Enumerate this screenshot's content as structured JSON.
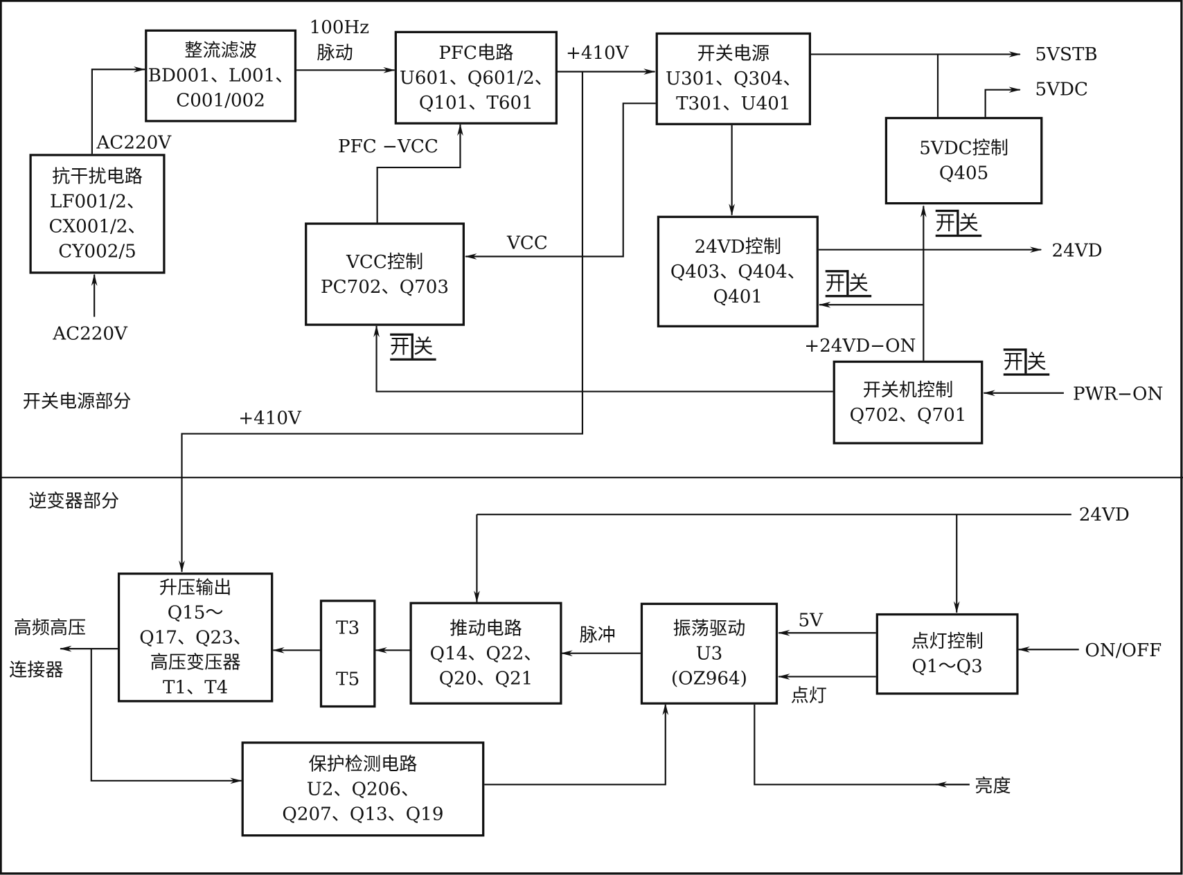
{
  "sections": {
    "power": "开关电源部分",
    "inverter": "逆变器部分"
  },
  "boxes": {
    "emi": {
      "lines": [
        "抗干扰电路",
        "LF001/2、",
        "CX001/2、",
        "CY002/5"
      ]
    },
    "rectifier": {
      "lines": [
        "整流滤波",
        "BD001、L001、",
        "C001/002"
      ]
    },
    "pfc": {
      "lines": [
        "PFC电路",
        "U601、Q601/2、",
        "Q101、T601"
      ]
    },
    "smps": {
      "lines": [
        "开关电源",
        "U301、Q304、",
        "T301、U401"
      ]
    },
    "vdc5": {
      "lines": [
        "5VDC控制",
        "Q405"
      ]
    },
    "vcc": {
      "lines": [
        "VCC控制",
        "PC702、Q703"
      ]
    },
    "vd24": {
      "lines": [
        "24VD控制",
        "Q403、Q404、",
        "Q401"
      ]
    },
    "power_ctrl": {
      "lines": [
        "开关机控制",
        "Q702、Q701"
      ]
    },
    "boost": {
      "lines": [
        "升压输出",
        "Q15～",
        "Q17、Q23、",
        "高压变压器",
        "T1、T4"
      ]
    },
    "transformer": {
      "lines": [
        "T3",
        "T5"
      ]
    },
    "driver": {
      "lines": [
        "推动电路",
        "Q14、Q22、",
        "Q20、Q21"
      ]
    },
    "oscillator": {
      "lines": [
        "振荡驱动",
        "U3",
        "(OZ964)"
      ]
    },
    "lamp_ctrl": {
      "lines": [
        "点灯控制",
        "Q1～Q3"
      ]
    },
    "protection": {
      "lines": [
        "保护检测电路",
        "U2、Q206、",
        "Q207、Q13、Q19"
      ]
    }
  },
  "labels": {
    "ac_in": "AC220V",
    "ac_mid": "AC220V",
    "pulse100": "100Hz",
    "pulse100b": "脉动",
    "v410_top": "+410V",
    "v410_bottom": "+410V",
    "pfc_vcc": "PFC −VCC",
    "vcc": "VCC",
    "out_5vstb": "5VSTB",
    "out_5vdc": "5VDC",
    "out_24vd": "24VD",
    "vd24_on": "+24VD−ON",
    "pwr_on": "PWR−ON",
    "in_24vd": "24VD",
    "v5": "5V",
    "lamp": "点灯",
    "on_off": "ON/OFF",
    "pulse": "脉冲",
    "brightness": "亮度",
    "hv_out1": "高频高压",
    "hv_out2": "连接器"
  },
  "switch_marks": {
    "label_a": "开",
    "label_b": "关"
  }
}
